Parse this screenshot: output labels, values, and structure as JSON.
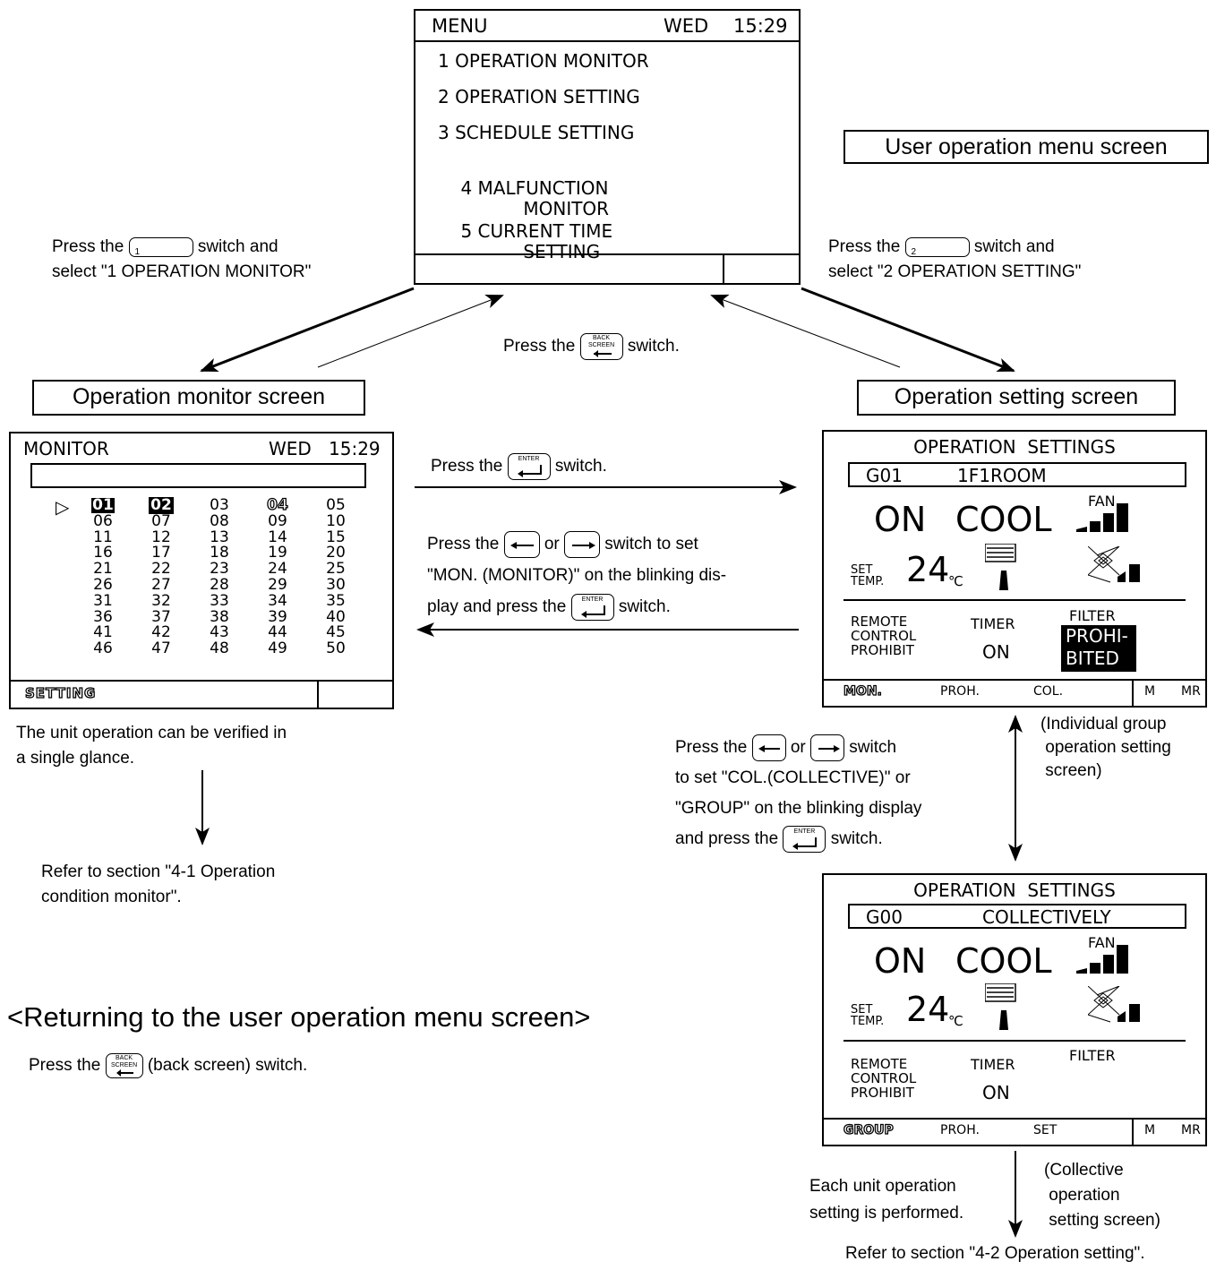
{
  "menu_screen": {
    "title": "MENU",
    "day": "WED",
    "time": "15:29",
    "items": [
      {
        "num": "1",
        "text": "OPERATION MONITOR"
      },
      {
        "num": "2",
        "text": "OPERATION SETTING"
      },
      {
        "num": "3",
        "text": "SCHEDULE SETTING"
      },
      {
        "num": "4",
        "text": "MALFUNCTION\n               MONITOR"
      },
      {
        "num": "5",
        "text": "CURRENT TIME\n               SETTING"
      }
    ]
  },
  "labels": {
    "user_menu": "User operation menu screen",
    "op_monitor": "Operation monitor screen",
    "op_setting": "Operation setting screen"
  },
  "instructions": {
    "press_1_a": "Press the",
    "press_1_key": "1",
    "press_1_b": "switch and",
    "press_1_c": "select \"1 OPERATION MONITOR\"",
    "press_2_a": "Press the",
    "press_2_key": "2",
    "press_2_b": "switch and",
    "press_2_c": "select \"2 OPERATION SETTING\"",
    "back_a": "Press the",
    "back_b": "switch.",
    "enter_a": "Press the",
    "enter_b": "switch.",
    "mon_a": "Press the",
    "mon_or": "or",
    "mon_b": "switch to set",
    "mon_c": "\"MON. (MONITOR)\" on the blinking dis-",
    "mon_d": "play and press the",
    "mon_e": "switch.",
    "col_a": "Press the",
    "col_or": "or",
    "col_b": "switch",
    "col_c": "to set \"COL.(COLLECTIVE)\" or",
    "col_d": "\"GROUP\" on the  blinking display",
    "col_e": "and press the",
    "col_f": "switch.",
    "verified": "The unit operation can be verified in\na single glance.",
    "refer_41": "Refer to section \"4-1 Operation\ncondition monitor\".",
    "individual": "(Individual group\n operation setting\n screen)",
    "each_unit": "Each unit operation\nsetting is performed.",
    "collective": "(Collective\n operation\n setting screen)",
    "refer_42": "Refer to section \"4-2 Operation setting\"."
  },
  "keys": {
    "back_top": "BACK",
    "back_bottom": "SCREEN",
    "enter": "ENTER"
  },
  "monitor_screen": {
    "title": "MONITOR",
    "day": "WED",
    "time": "15:29",
    "cursor": "▷",
    "units": [
      "01",
      "02",
      "03",
      "04",
      "05",
      "06",
      "07",
      "08",
      "09",
      "10",
      "11",
      "12",
      "13",
      "14",
      "15",
      "16",
      "17",
      "18",
      "19",
      "20",
      "21",
      "22",
      "23",
      "24",
      "25",
      "26",
      "27",
      "28",
      "29",
      "30",
      "31",
      "32",
      "33",
      "34",
      "35",
      "36",
      "37",
      "38",
      "39",
      "40",
      "41",
      "42",
      "43",
      "44",
      "45",
      "46",
      "47",
      "48",
      "49",
      "50"
    ],
    "footer": "SETTING"
  },
  "setting_screen_1": {
    "title": "OPERATION  SETTINGS",
    "group": "G01",
    "name": "1F1ROOM",
    "status": "ON",
    "mode": "COOL",
    "fan_label": "FAN",
    "set_label_1": "SET",
    "set_label_2": "TEMP.",
    "temp": "24",
    "unit": "℃",
    "remote": "REMOTE\nCONTROL\nPROHIBIT",
    "timer_label": "TIMER",
    "timer_value": "ON",
    "filter_label": "FILTER",
    "filter_value": "PROHI-\nBITED",
    "footer": [
      "MON.",
      "PROH.",
      "COL.",
      "M",
      "MR"
    ]
  },
  "setting_screen_2": {
    "title": "OPERATION  SETTINGS",
    "group": "G00",
    "name": "COLLECTIVELY",
    "status": "ON",
    "mode": "COOL",
    "fan_label": "FAN",
    "set_label_1": "SET",
    "set_label_2": "TEMP.",
    "temp": "24",
    "unit": "℃",
    "remote": "REMOTE\nCONTROL\nPROHIBIT",
    "timer_label": "TIMER",
    "timer_value": "ON",
    "filter_label": "FILTER",
    "footer": [
      "GROUP",
      "PROH.",
      "SET",
      "M",
      "MR"
    ]
  },
  "returning": {
    "heading": "<Returning to the user operation menu screen>",
    "press_a": "Press the",
    "press_b": "(back screen) switch."
  }
}
